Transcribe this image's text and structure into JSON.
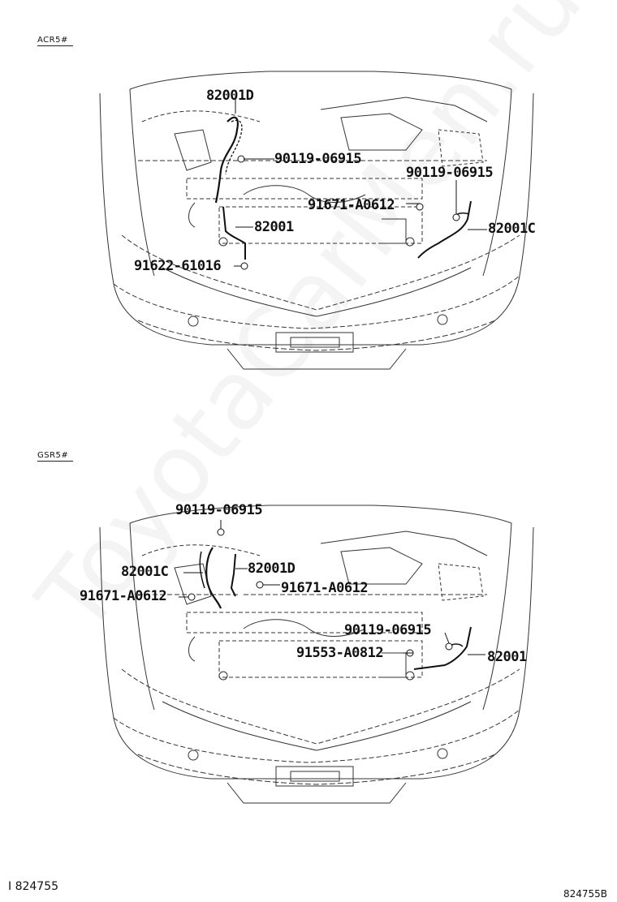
{
  "watermark": "ToyotaCarMen.ru",
  "top": {
    "variant_label": "ACR5#",
    "callouts": {
      "c1": "82001D",
      "c2": "90119-06915",
      "c3": "90119-06915",
      "c4": "91671-A0612",
      "c5": "82001",
      "c6": "82001C",
      "c7": "91622-61016"
    }
  },
  "bottom": {
    "variant_label": "GSR5#",
    "callouts": {
      "c1": "90119-06915",
      "c2": "82001C",
      "c3": "82001D",
      "c4": "91671-A0612",
      "c5": "91671-A0612",
      "c6": "90119-06915",
      "c7": "91553-A0812",
      "c8": "82001"
    }
  },
  "footer": {
    "left_id": "I 824755",
    "right_id": "824755B"
  }
}
